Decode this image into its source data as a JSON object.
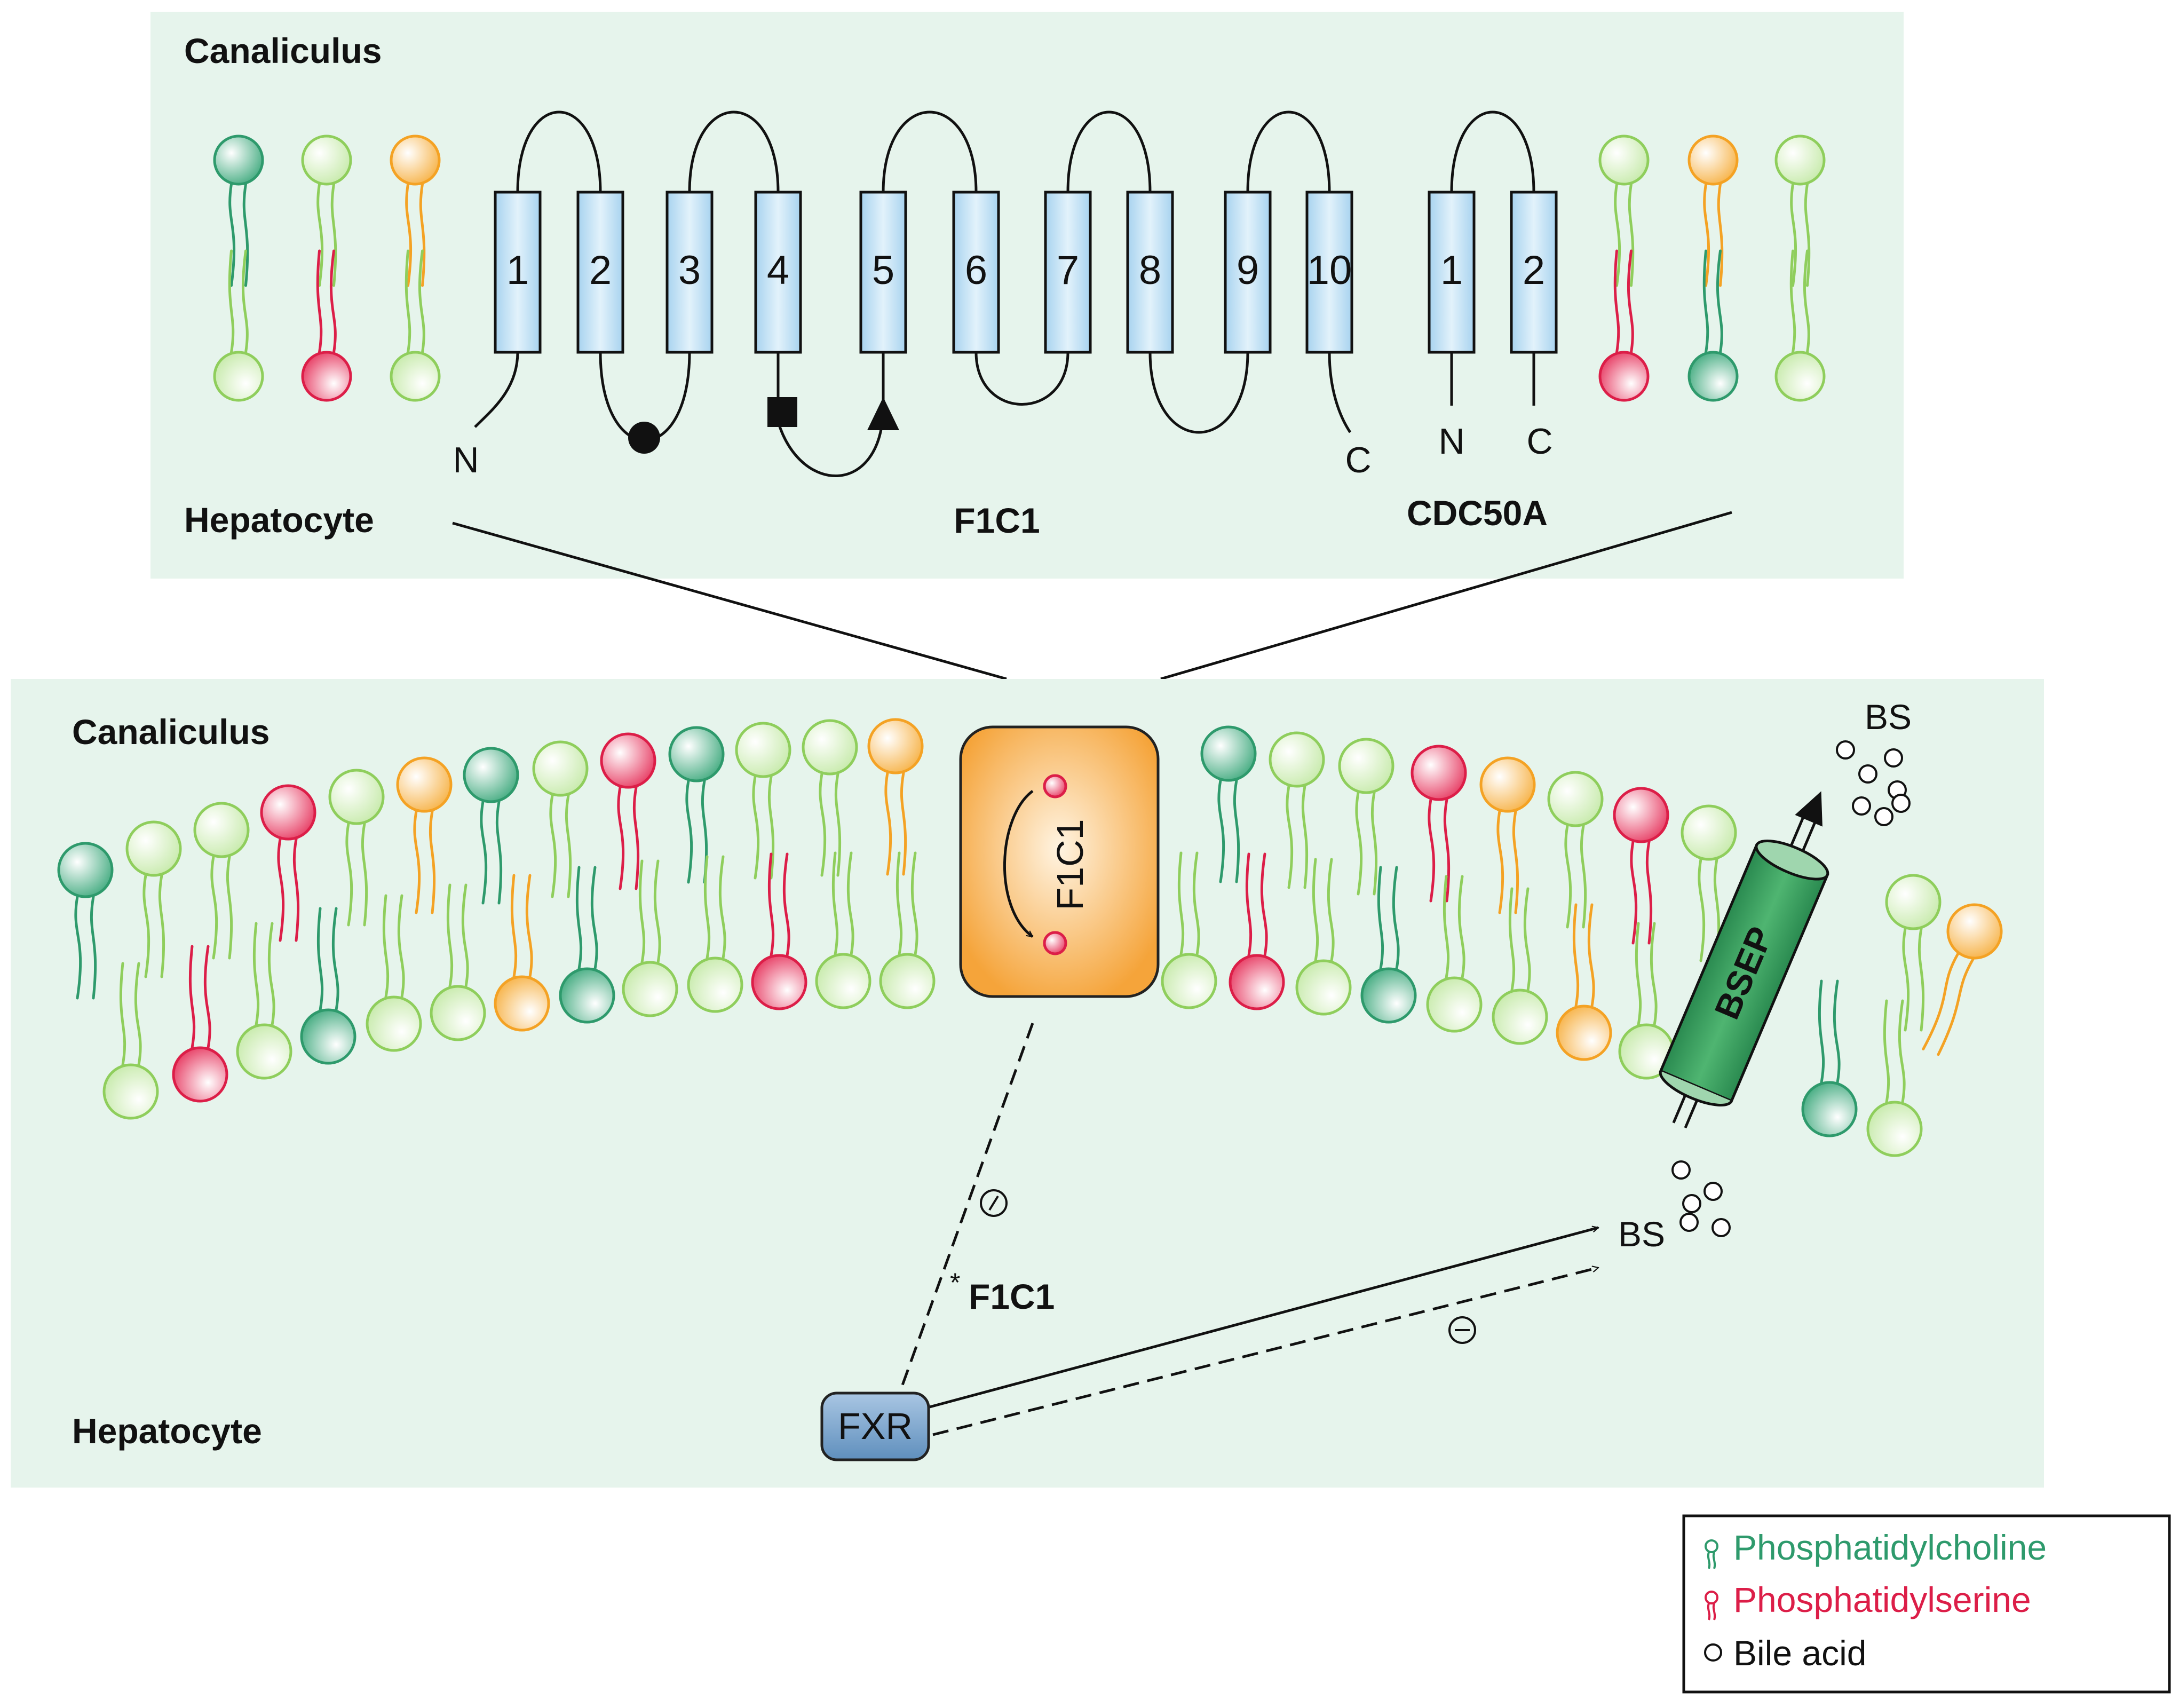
{
  "top_panel": {
    "top_label": "Canaliculus",
    "bottom_label": "Hepatocyte",
    "f1c1": {
      "name": "F1C1",
      "segments": [
        "1",
        "2",
        "3",
        "4",
        "5",
        "6",
        "7",
        "8",
        "9",
        "10"
      ],
      "n_term": "N",
      "c_term": "C"
    },
    "cdc50a": {
      "name": "CDC50A",
      "segments": [
        "1",
        "2"
      ],
      "n_term": "N",
      "c_term": "C"
    }
  },
  "bottom_panel": {
    "top_label": "Canaliculus",
    "bottom_label": "Hepatocyte",
    "flippase_label": "F1C1",
    "bsep_label": "BSEP",
    "bs_top": "BS",
    "bs_cell": "BS",
    "fxr_label": "FXR",
    "mutant_asterisk": "*",
    "mutant_label": "F1C1",
    "inhibit_symbol": "⊖"
  },
  "colors": {
    "panel_bg": "#e6f4ec",
    "pc": "#2e9a6c",
    "ps": "#dc1e48",
    "light_lipid": "#8fce5c",
    "orange_lipid": "#f4a224",
    "tm_fill": "#bde0f3",
    "bsep": "#3b9a5e"
  },
  "legend": {
    "items": [
      {
        "icon": "phosphatidylcholine-icon",
        "text": "Phosphatidylcholine",
        "color": "#2e9a6c"
      },
      {
        "icon": "phosphatidylserine-icon",
        "text": "Phosphatidylserine",
        "color": "#dc1e48"
      },
      {
        "icon": "bile-acid-icon",
        "text": "Bile acid",
        "color": "#111111"
      }
    ]
  }
}
